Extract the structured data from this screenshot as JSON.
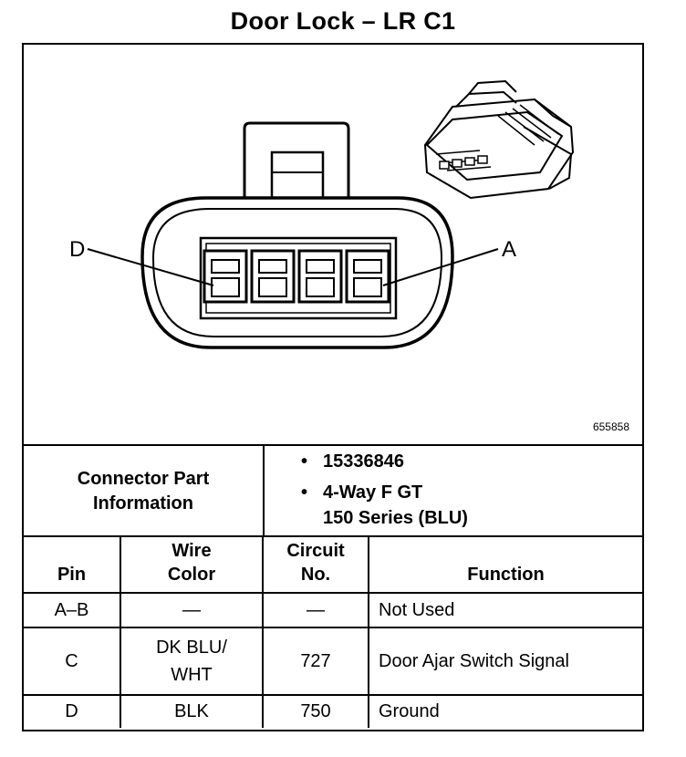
{
  "title": "Door Lock – LR C1",
  "figure_id": "655858",
  "pin_labels": {
    "left": "D",
    "right": "A"
  },
  "connector_info": {
    "label_line1": "Connector Part",
    "label_line2": "Information",
    "part_number": "15336846",
    "description_line1": "4-Way F GT",
    "description_line2": "150 Series (BLU)"
  },
  "table": {
    "headers": {
      "pin": "Pin",
      "wire_color_line1": "Wire",
      "wire_color_line2": "Color",
      "circuit_line1": "Circuit",
      "circuit_line2": "No.",
      "function": "Function"
    },
    "rows": [
      {
        "pin": "A–B",
        "wire_color_line1": "—",
        "wire_color_line2": "",
        "circuit": "—",
        "function": "Not Used"
      },
      {
        "pin": "C",
        "wire_color_line1": "DK BLU/",
        "wire_color_line2": "WHT",
        "circuit": "727",
        "function": "Door Ajar Switch Signal"
      },
      {
        "pin": "D",
        "wire_color_line1": "BLK",
        "wire_color_line2": "",
        "circuit": "750",
        "function": "Ground"
      }
    ]
  }
}
